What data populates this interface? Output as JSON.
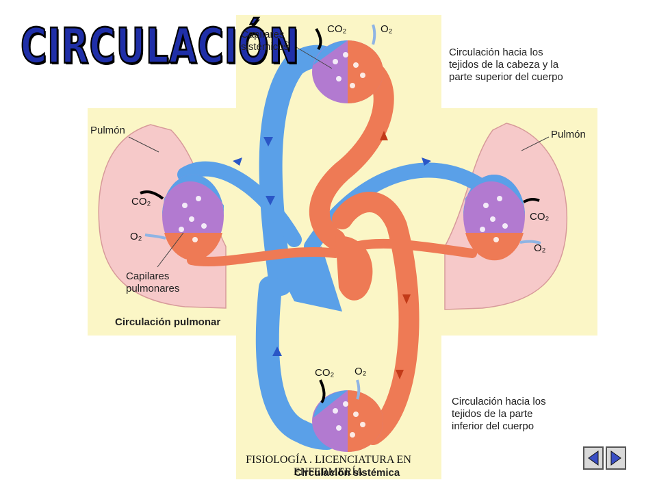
{
  "title": "CIRCULACIÓN",
  "labels": {
    "systemic_capillaries": [
      "Capilares",
      "sistémicos"
    ],
    "upper_circulation": [
      "Circulación hacia los",
      "tejidos de la cabeza y la",
      "parte superior del cuerpo"
    ],
    "lung_left": "Pulmón",
    "lung_right": "Pulmón",
    "pulmonary_capillaries": [
      "Capilares",
      "pulmonares"
    ],
    "pulmonary_circulation": "Circulación pulmonar",
    "lower_circulation": [
      "Circulación hacia los",
      "tejidos de la parte",
      "inferior del cuerpo"
    ],
    "systemic_circulation": "Circulación sistémica"
  },
  "gases": {
    "co2": "CO₂",
    "o2": "O₂"
  },
  "footer": [
    "FISIOLOGÍA . LICENCIATURA EN",
    "ENFERMERÍA"
  ],
  "nav": {
    "prev": "previous-slide",
    "next": "next-slide"
  },
  "colors": {
    "title": "#1f2fa8",
    "venous_blue": "#5aa0e8",
    "arterial_red": "#ee7a55",
    "capillary_purple": "#b27ad0",
    "lung_pink": "#f6c9c9",
    "background_yellow": "#fbf6c6"
  }
}
